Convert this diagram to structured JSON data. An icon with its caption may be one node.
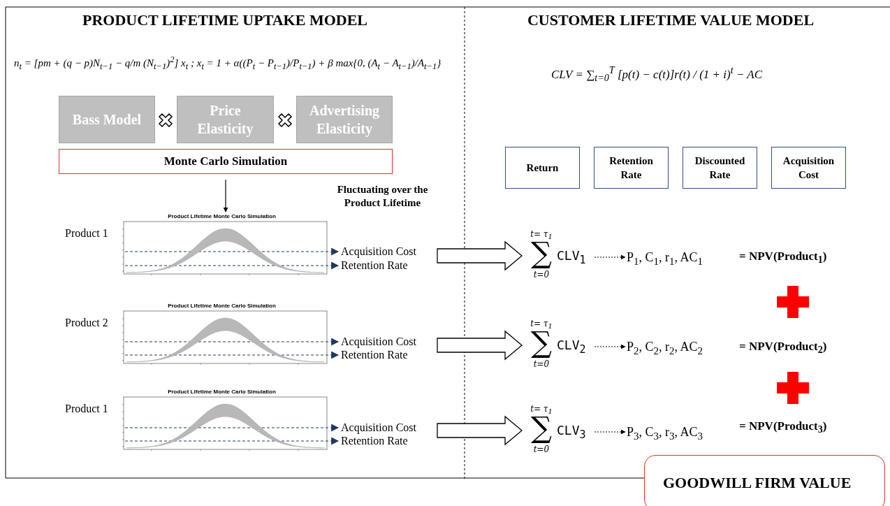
{
  "diagram": {
    "nodes": [
      {
        "text": [
          "Bass Model"
        ]
      },
      {
        "text": [
          "Price Elasticity"
        ]
      },
      {
        "text": [
          "Advertising Elasticity"
        ]
      },
      {
        "text": [
          "Monte Carlo Simulation"
        ]
      },
      {
        "text": [
          "Product Lifetime Monte Carlo Simulation"
        ],
        "beside": [
          "Product 1"
        ]
      },
      {
        "text": [
          "Acquisition Cost"
        ]
      },
      {
        "text": [
          "Retention Rate"
        ]
      },
      {
        "text": [
          "Product Lifetime Monte Carlo Simulation"
        ],
        "beside": [
          "Product 2"
        ]
      },
      {
        "text": [
          "Acquisition Cost"
        ]
      },
      {
        "text": [
          "Retention Rate"
        ]
      },
      {
        "text": [
          "Product Lifetime Monte Carlo Simulation"
        ],
        "beside": [
          "Product 1"
        ]
      },
      {
        "text": [
          "Acquisition Cost"
        ]
      },
      {
        "text": [
          "Retention Rate"
        ]
      },
      {
        "text": [
          "Return"
        ]
      },
      {
        "text": [
          "Retention Rate"
        ]
      },
      {
        "text": [
          "Discounted Rate"
        ]
      },
      {
        "text": [
          "Acquisition Cost"
        ]
      },
      {
        "text": [
          "t= τ$_{1}$",
          "∑",
          "t=0",
          "CLV$_{1}$"
        ]
      },
      {
        "text": [
          "P$_{1}$, C$_{1}$, r$_{1}$, AC$_{1}$"
        ]
      },
      {
        "text": [
          "t= τ$_{1}$",
          "∑",
          "t=0",
          "CLV$_{2}$"
        ]
      },
      {
        "text": [
          "P$_{2}$, C$_{2}$, r$_{2}$, AC$_{2}$"
        ]
      },
      {
        "text": [
          "t= τ$_{1}$",
          "∑",
          "t=0",
          "CLV$_{3}$"
        ]
      },
      {
        "text": [
          "P$_{3}$, C$_{3}$, r$_{3}$, AC$_{3}$"
        ]
      },
      {
        "text": [
          "GOODWILL FIRM VALUE"
        ]
      }
    ],
    "edges": [
      {
        "from": 3,
        "to": 4,
        "arrow": "to",
        "color": "#000000"
      },
      {
        "from": 4,
        "to": 5,
        "arrow": "to",
        "style": "dashed",
        "color": "#1f3864"
      },
      {
        "from": 4,
        "to": 6,
        "arrow": "to",
        "style": "dashed",
        "color": "#1f3864"
      },
      {
        "from": 7,
        "to": 8,
        "arrow": "to",
        "style": "dashed",
        "color": "#1f3864"
      },
      {
        "from": 7,
        "to": 9,
        "arrow": "to",
        "style": "dashed",
        "color": "#1f3864"
      },
      {
        "from": 10,
        "to": 11,
        "arrow": "to",
        "style": "dashed",
        "color": "#1f3864"
      },
      {
        "from": 10,
        "to": 12,
        "arrow": "to",
        "style": "dashed",
        "color": "#1f3864"
      },
      {
        "from": 5,
        "to": 17,
        "arrow": "to",
        "style": "thick"
      },
      {
        "from": 8,
        "to": 19,
        "arrow": "to",
        "style": "thick"
      },
      {
        "from": 11,
        "to": 21,
        "arrow": "to",
        "style": "thick"
      },
      {
        "from": 17,
        "to": 18,
        "arrow": "to",
        "style": "dashed",
        "color": "#000000"
      },
      {
        "from": 19,
        "to": 20,
        "arrow": "to",
        "style": "dashed",
        "color": "#000000"
      },
      {
        "from": 21,
        "to": 22,
        "arrow": "to",
        "style": "dashed",
        "color": "#000000"
      }
    ],
    "labels": [
      "PRODUCT LIFETIME UPTAKE MODEL",
      "n$_{t}$ = [pm + (q − p)N$_{t−1}$ − q/m (N$_{t−1}$)$^{2}$] x$_{t}$   ;   x$_{t}$ = 1 + α((P$_{t}$ − P$_{t−1}$)/P$_{t−1}$) + β max{0, (A$_{t}$ − A$_{t−1}$)/A$_{t−1}$}",
      "Fluctuating over the Product Lifetime",
      "CUSTOMER LIFETIME VALUE MODEL",
      "CLV = ∑$_{t=0}$$^{T}$ [p(t) − c(t)]r(t) / (1 + i)$^{t}$ − AC",
      "= NPV(Product$_{1}$)",
      "= NPV(Product$_{2}$)",
      "= NPV(Product$_{3}$)"
    ]
  }
}
